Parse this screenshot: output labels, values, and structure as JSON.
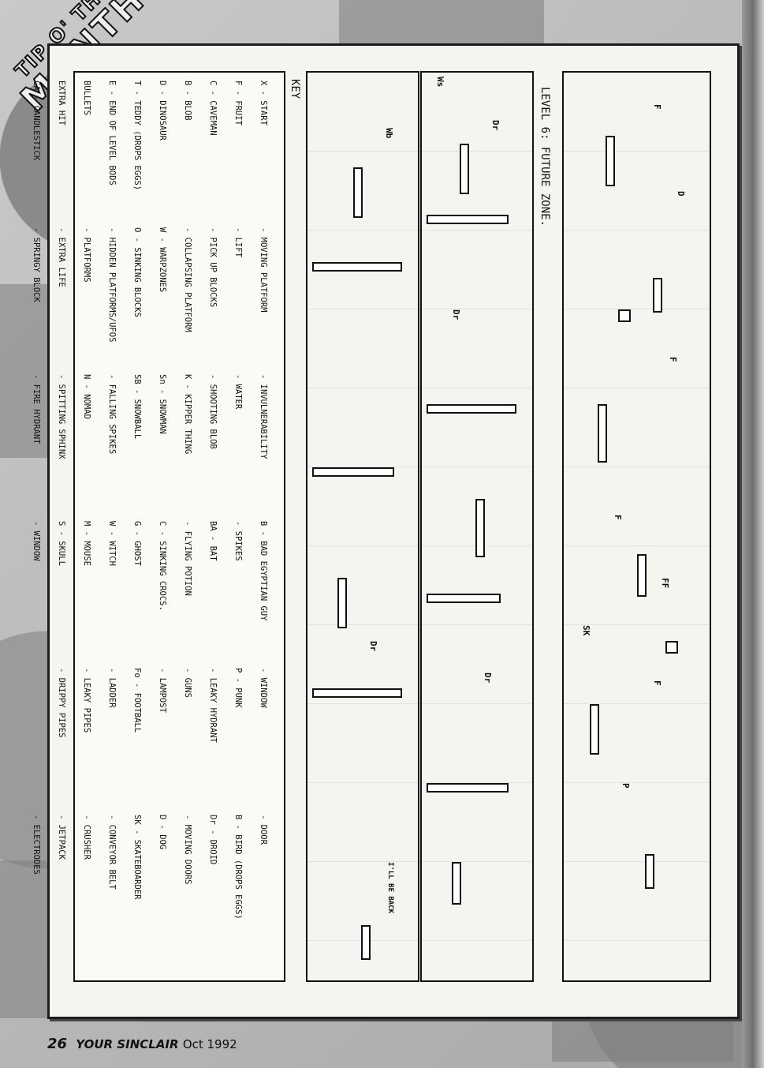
{
  "badge": {
    "line1": "TIP O' THE",
    "line2": "MONTH"
  },
  "level_title": "LEVEL 6: FUTURE ZONE.",
  "map_labels": [
    "F",
    "F",
    "F",
    "FF",
    "F",
    "P",
    "D",
    "Dr",
    "Dr",
    "Dr",
    "SK",
    "Dr",
    "Ws",
    "Wb",
    "I'LL BE BACK"
  ],
  "key_title": "KEY",
  "key_columns": [
    [
      "X - START",
      "F - FRUIT",
      "C - CAVEMAN",
      "B - BLOB",
      "D - DINOSAUR",
      "T - TEDDY (DROPS EGGS)",
      "E - END OF LEVEL BODS",
      "BULLETS",
      "EXTRA HIT",
      "CA - CANDLESTICK"
    ],
    [
      "- MOVING PLATFORM",
      "- LIFT",
      "- PICK UP BLOCKS",
      "- COLLAPSING PLATFORM",
      "W - WARPZONES",
      "O - SINKING BLOCKS",
      "- HIDDEN PLATFORMS/UFOS",
      "- PLATFORMS",
      "- EXTRA LIFE",
      "- SPRINGY BLOCK"
    ],
    [
      "- INVULNERABILITY",
      "- WATER",
      "- SHOOTING BLOB",
      "K - KIPPER THING",
      "Sn - SNOWMAN",
      "SB - SNOWBALL",
      "- FALLING SPIKES",
      "N - NOMAD",
      "- SPITTING SPHINX",
      "- FIRE HYDRANT"
    ],
    [
      "B - BAD EGYPTIAN GUY",
      "- SPIKES",
      "BA - BAT",
      "- FLYING POTION",
      "C - SINKING CROCS.",
      "G - GHOST",
      "W - WITCH",
      "M - MOUSE",
      "S - SKULL",
      "- WINDOW"
    ],
    [
      "- WINDOW",
      "P - PUNK",
      "- LEAKY HYDRANT",
      "- GUNS",
      "- LAMPOST",
      "Fo - FOOTBALL",
      "- LADDER",
      "- LEAKY PIPES",
      "- DRIPPY PIPES"
    ],
    [
      "- DOOR",
      "B - BIRD (DROPS EGGS)",
      "Dr - DROID",
      "- MOVING DOORS",
      "D - DOG",
      "SK - SKATEBOARDER",
      "- CONVEYOR BELT",
      "- CRUSHER",
      "- JETPACK",
      "- ELECTRODES"
    ]
  ],
  "footer": {
    "page": "26",
    "magazine": "YOUR SINCLAIR",
    "date": "Oct 1992"
  }
}
